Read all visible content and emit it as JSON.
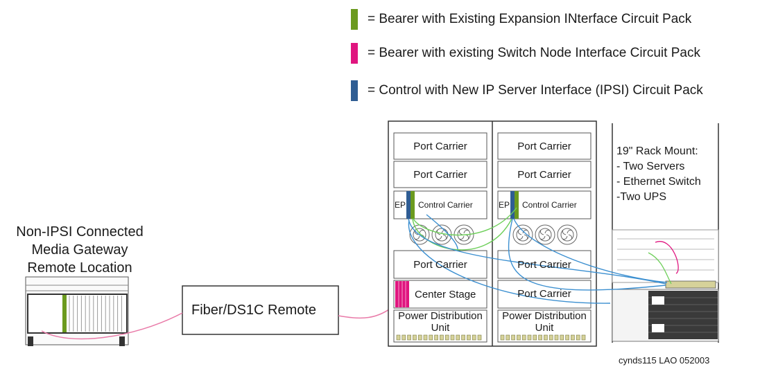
{
  "legend": [
    {
      "color": "#6b9a1e",
      "text": "= Bearer with Existing Expansion INterface Circuit Pack"
    },
    {
      "color": "#e0157f",
      "text": "= Bearer with existing Switch Node Interface Circuit Pack"
    },
    {
      "color": "#2f5d93",
      "text": "= Control with New IP Server Interface (IPSI) Circuit Pack"
    }
  ],
  "gateway": {
    "line1": "Non-IPSI Connected",
    "line2": "Media Gateway",
    "line3": "Remote Location"
  },
  "fiber": {
    "label": "Fiber/DS1C Remote"
  },
  "cabinet_left": {
    "port1": "Port Carrier",
    "port2": "Port Carrier",
    "ep": "EP",
    "control": "Control Carrier",
    "port3": "Port Carrier",
    "center": "Center Stage",
    "pdu1": "Power Distribution",
    "pdu2": "Unit"
  },
  "cabinet_right": {
    "port1": "Port Carrier",
    "port2": "Port Carrier",
    "ep": "EP",
    "control": "Control Carrier",
    "port3": "Port Carrier",
    "port4": "Port Carrier",
    "pdu1": "Power Distribution",
    "pdu2": "Unit"
  },
  "rack": {
    "title": "19\" Rack Mount:",
    "items": [
      "- Two Servers",
      "- Ethernet Switch",
      "-Two UPS"
    ]
  },
  "credit": "cynds115 LAO  052003",
  "colors": {
    "green": "#6b9a1e",
    "pink": "#e0157f",
    "blue": "#2f5d93",
    "cable_blue": "#3b8fd0",
    "cable_green": "#6ecf5a",
    "cable_pink": "#e0157f"
  }
}
